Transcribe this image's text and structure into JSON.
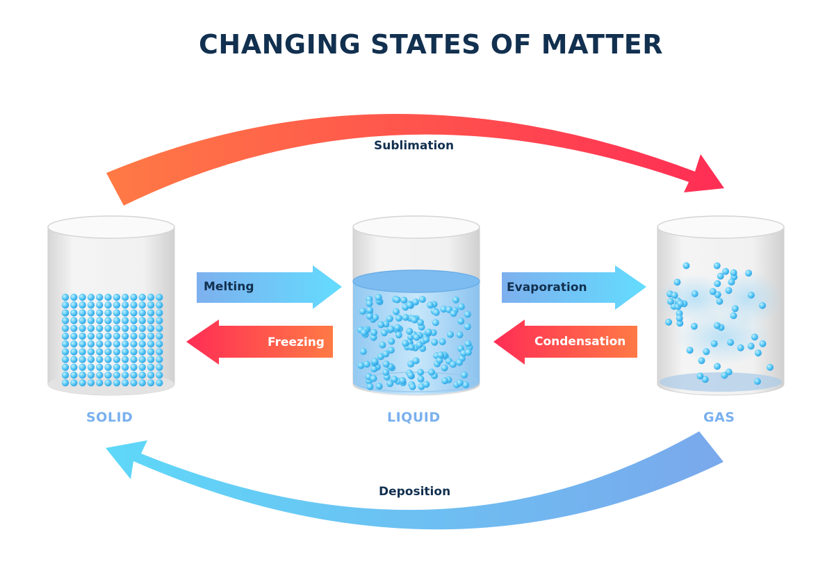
{
  "title": "CHANGING STATES OF MATTER",
  "states": {
    "solid": "SOLID",
    "liquid": "LIQUID",
    "gas": "GAS"
  },
  "processes": {
    "sublimation": "Sublimation",
    "melting": "Melting",
    "freezing": "Freezing",
    "evaporation": "Evaporation",
    "condensation": "Condensation",
    "deposition": "Deposition"
  },
  "colors": {
    "title": "#12304f",
    "warm_start": "#ff6a4d",
    "warm_end": "#ff2f55",
    "cool_start": "#7fb5ee",
    "cool_end": "#63dcff",
    "particle": "#4fc4f5",
    "state_label": "#79b0ee"
  }
}
